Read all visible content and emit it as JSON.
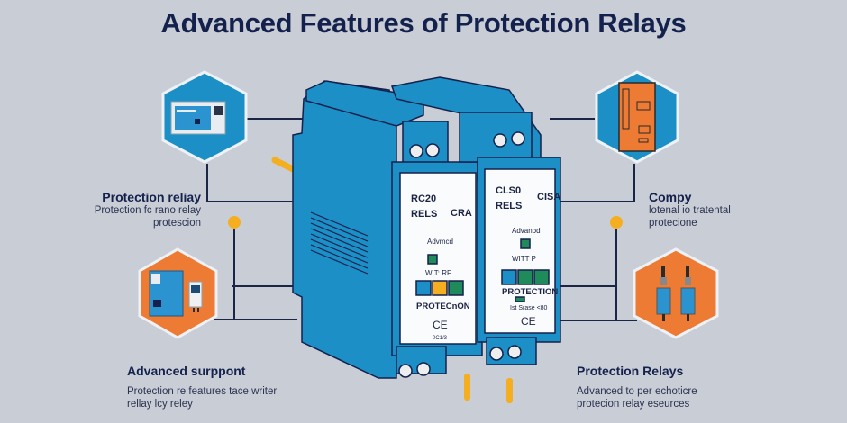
{
  "title": "Advanced Features of Protection Relays",
  "colors": {
    "background": "#c9cdd6",
    "title": "#14214d",
    "relay_blue": "#1b8fc6",
    "hex_blue": "#1b8fc6",
    "hex_orange": "#ee7b34",
    "accent_yellow": "#f5ae1f",
    "led_green": "#1f8a5a",
    "connector_line": "#1b2548"
  },
  "features": [
    {
      "id": "top-left",
      "heading": "Protection reliay",
      "desc_line1": "Protection fc rano relay",
      "desc_line2": "protescion",
      "icon": "relay-module-icon",
      "hex_color": "blue"
    },
    {
      "id": "top-right",
      "heading": "Compy",
      "desc_line1": "lotenal io tratental",
      "desc_line2": "protecione",
      "icon": "control-panel-icon",
      "hex_color": "blue"
    },
    {
      "id": "bottom-left",
      "heading": "Advanced surppont",
      "desc_line1": "Protection re features tace writer",
      "desc_line2": "rellay lcy reley",
      "icon": "panel-meter-icon",
      "hex_color": "orange"
    },
    {
      "id": "bottom-right",
      "heading": "Protection Relays",
      "desc_line1": "Advanced to per echoticre",
      "desc_line2": "protecion relay eseurces",
      "icon": "fuse-pair-icon",
      "hex_color": "orange"
    }
  ],
  "relays": [
    {
      "id": "relay-left",
      "code": "RC20",
      "line2": "RELS",
      "tag": "CRA",
      "led_label": "Advmcd",
      "mode": "WIT: RF",
      "protection": "PROTECnON",
      "ce": "CE",
      "serial": "0C1/3"
    },
    {
      "id": "relay-right",
      "code": "CLS0",
      "line2": "RELS",
      "tag": "CISA",
      "led_label": "Advanod",
      "mode": "WITT P",
      "protection": "PROTECTION",
      "sub": "Ist Srase <80",
      "ce": "CE"
    }
  ]
}
